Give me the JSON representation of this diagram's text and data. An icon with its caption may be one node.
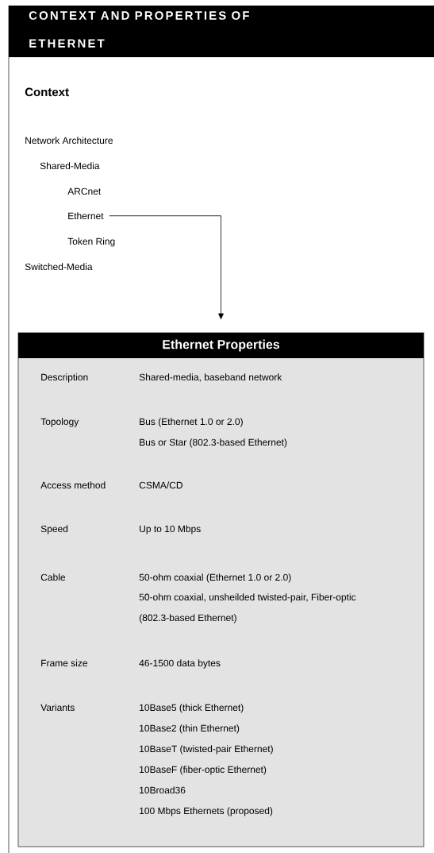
{
  "diagram": {
    "title": "CONTEXT AND PROPERTIES OF ETHERNET",
    "nodes": [
      {
        "text": [
          "Ethernet"
        ]
      },
      {
        "text": [
          "Ethernet Properties"
        ]
      }
    ],
    "edges": [
      {
        "from": 0,
        "to": 1,
        "arrow": "to"
      }
    ],
    "labels": [
      "Context",
      "Network Architecture",
      "Shared-Media",
      "ARCnet",
      "Token Ring",
      "Switched-Media",
      "Description",
      "Shared-media, baseband network",
      "Topology",
      "Bus (Ethernet 1.0 or 2.0)",
      "Bus or Star (802.3-based Ethernet)",
      "Access method",
      "CSMA/CD",
      "Speed",
      "Up to 10 Mbps",
      "Cable",
      "50-ohm coaxial (Ethernet 1.0 or 2.0)",
      "50-ohm coaxial, unsheilded twisted-pair, Fiber-optic (802.3-based Ethernet)",
      "Frame size",
      "46-1500 data bytes",
      "Variants",
      "10Base5 (thick Ethernet)",
      "10Base2 (thin Ethernet)",
      "10BaseT (twisted-pair Ethernet)",
      "10BaseF (fiber-optic Ethernet)",
      "10Broad36",
      "100 Mbps Ethernets (proposed)"
    ]
  }
}
